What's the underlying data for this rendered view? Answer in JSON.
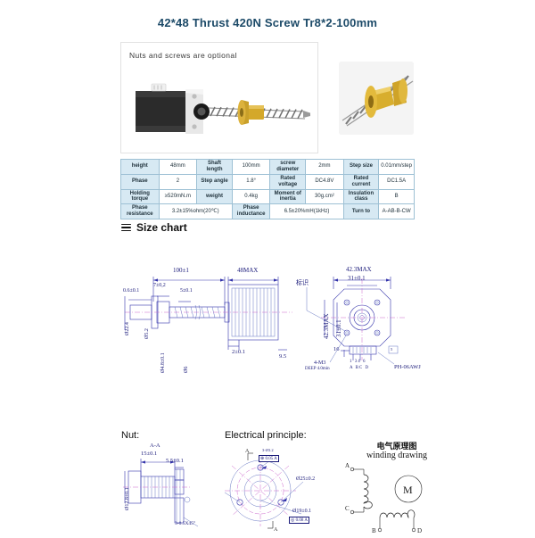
{
  "header": {
    "title": "42*48 Thrust 420N Screw Tr8*2-100mm"
  },
  "photos": {
    "caption": "Nuts and screws are optional",
    "main_alt": "stepper-motor-with-lead-screw",
    "nut_alt": "brass-nut-closeup"
  },
  "spec_table": {
    "rows": [
      [
        {
          "label": "height",
          "value": "48mm"
        },
        {
          "label": "Shaft length",
          "value": "100mm"
        },
        {
          "label": "screw diameter",
          "value": "2mm"
        },
        {
          "label": "Step size",
          "value": "0.01mm/step"
        }
      ],
      [
        {
          "label": "Phase",
          "value": "2"
        },
        {
          "label": "Step angle",
          "value": "1.8°"
        },
        {
          "label": "Rated voltage",
          "value": "DC4.8V"
        },
        {
          "label": "Rated current",
          "value": "DC1.5A"
        }
      ],
      [
        {
          "label": "Holding torque",
          "value": "≥520mN.m"
        },
        {
          "label": "weight",
          "value": "0.4kg"
        },
        {
          "label": "Moment of inertia",
          "value": "30g.cm²"
        },
        {
          "label": "Insulation class",
          "value": "B"
        }
      ],
      [
        {
          "label": "Phase resistance",
          "value": "3.2±15%ohm(20℃)"
        },
        {
          "label": "Phase inductance",
          "value": "6.5±20%mH(1kHz)"
        },
        {
          "label": "Turn to",
          "value": "A-AB-B-CW"
        }
      ]
    ]
  },
  "size_chart": {
    "heading": "Size chart",
    "icon": "hamburger-lines-icon"
  },
  "side_view": {
    "len_total": "100±1",
    "body_len": "48MAX",
    "dim_7": "7±0,2",
    "dim_5": "5±0.1",
    "dim_06": "0.6±0.1",
    "dim_2": "2±0.1",
    "dim_95": "9.5",
    "dia_224": "Ø22.4",
    "dia_52": "Ø5.2",
    "dia_48": "Ø4.8±0.1",
    "dia_6": "Ø6"
  },
  "front_view": {
    "width_max": "42.3MAX",
    "height_max": "42.3MAX",
    "hole_pitch_h": "31±0.1",
    "hole_pitch_v": "31±0.1",
    "mark_cn": "标识",
    "screw_note_1": "4-M3",
    "screw_note_2": "DEEP 4.0min",
    "connector": "PH-06AWJ",
    "conn_dim": "16",
    "pin_numbers": "1  34  6",
    "pin_letters": "A  BC  D",
    "conn_small": "5"
  },
  "nut_view": {
    "heading": "Nut:",
    "section": "A-A",
    "dim_15": "15±0.1",
    "dim_55": "5.5±0.1",
    "dia_128": "Ø12.8±0.1",
    "chamfer": "3-0.5X45°"
  },
  "electrical": {
    "heading": "Electrical principle:",
    "hole_note": "3-Ø3.2",
    "pos_tol": "⊕ 0.05 A",
    "dia_25": "Ø25±0.2",
    "dia_19": "Ø19±0.1",
    "run_tol": "◎ 0.08 A",
    "mark_a": "A",
    "mark_b": "A"
  },
  "winding": {
    "title_cn": "电气原理图",
    "title_en": "winding drawing",
    "terminal_a": "A",
    "terminal_c": "C",
    "terminal_b": "B",
    "terminal_d": "D",
    "motor_symbol": "M"
  },
  "colors": {
    "title": "#1c4a68",
    "table_header_bg": "#d7e9f3",
    "table_border": "#9dc0d4",
    "drawing_blue": "#3333aa",
    "center_line": "#cc66cc"
  }
}
